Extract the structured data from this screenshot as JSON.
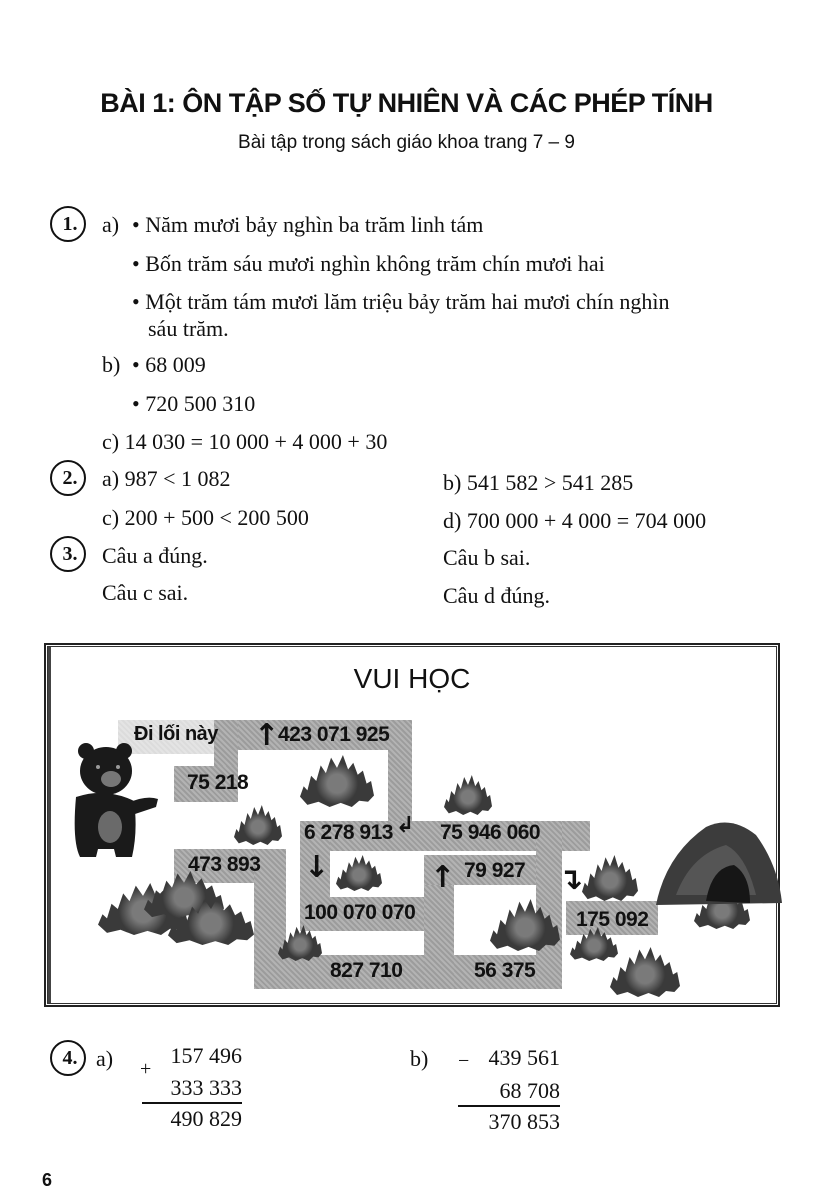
{
  "header": {
    "title": "BÀI 1: ÔN TẬP SỐ TỰ NHIÊN VÀ CÁC PHÉP TÍNH",
    "subtitle": "Bài tập trong sách giáo khoa trang 7 – 9"
  },
  "exercise1": {
    "number": "1.",
    "a_label": "a)",
    "a_items": [
      "• Năm mươi bảy nghìn ba trăm linh tám",
      "• Bốn trăm sáu mươi nghìn không trăm chín mươi hai",
      "• Một trăm tám mươi lăm triệu bảy trăm hai mươi chín nghìn",
      "sáu trăm."
    ],
    "b_label": "b)",
    "b_items": [
      "• 68 009",
      "• 720 500 310"
    ],
    "c": "c) 14 030 = 10 000 + 4 000 + 30"
  },
  "exercise2": {
    "number": "2.",
    "a": "a) 987 < 1 082",
    "b": "b) 541 582 > 541 285",
    "c": "c) 200 + 500 < 200 500",
    "d": "d) 700 000 + 4 000 = 704 000"
  },
  "exercise3": {
    "number": "3.",
    "a": "Câu a đúng.",
    "b": "Câu b sai.",
    "c": "Câu c sai.",
    "d": "Câu d đúng."
  },
  "vui_hoc": {
    "title": "VUI HỌC",
    "hint": "Đi lối này",
    "numbers": {
      "n1": "423 071 925",
      "n2": "75 218",
      "n3": "6 278 913",
      "n4": "75 946 060",
      "n5": "473 893",
      "n6": "79 927",
      "n7": "100 070 070",
      "n8": "175 092",
      "n9": "827 710",
      "n10": "56 375"
    },
    "icons": [
      "bear-icon",
      "bush-icon",
      "cave-icon",
      "arrow-up-icon",
      "arrow-down-icon",
      "arrow-turn-left-icon"
    ]
  },
  "exercise4": {
    "number": "4.",
    "a_label": "a)",
    "a_op": "+",
    "a_top": "157 496",
    "a_bottom": "333 333",
    "a_result": "490 829",
    "b_label": "b)",
    "b_op": "−",
    "b_top": "439 561",
    "b_bottom": "68 708",
    "b_result": "370 853"
  },
  "footer": {
    "page_number": "6"
  }
}
